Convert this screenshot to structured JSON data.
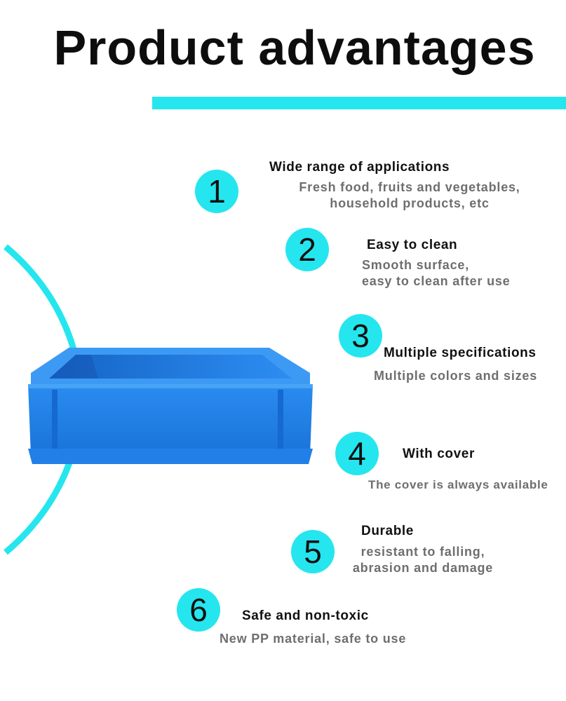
{
  "title": "Product advantages",
  "colors": {
    "accent": "#25e6ee",
    "crate": "#1e7fe6",
    "heading": "#111111",
    "description": "#6e6e6e"
  },
  "image": {
    "icon": "blue-plastic-crate"
  },
  "advantages": [
    {
      "number": "1",
      "heading": "Wide range of applications",
      "description": [
        "Fresh food, fruits and vegetables,",
        "household products, etc"
      ]
    },
    {
      "number": "2",
      "heading": "Easy to clean",
      "description": [
        "Smooth surface,",
        "easy to clean after use"
      ]
    },
    {
      "number": "3",
      "heading": "Multiple specifications",
      "description": [
        "Multiple colors and sizes"
      ]
    },
    {
      "number": "4",
      "heading": "With cover",
      "description": [
        "The cover is always available"
      ]
    },
    {
      "number": "5",
      "heading": "Durable",
      "description": [
        "resistant to falling,",
        "abrasion and damage"
      ]
    },
    {
      "number": "6",
      "heading": "Safe and non-toxic",
      "description": [
        "New PP material, safe to use"
      ]
    }
  ]
}
